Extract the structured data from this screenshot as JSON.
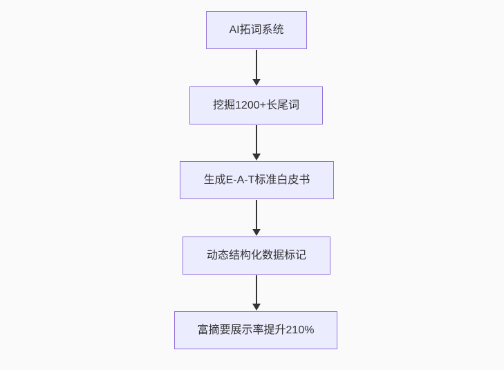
{
  "flowchart": {
    "direction": "top-down",
    "nodes": [
      {
        "label": "AI拓词系统"
      },
      {
        "label": "挖掘1200+长尾词"
      },
      {
        "label": "生成E-A-T标准白皮书"
      },
      {
        "label": "动态结构化数据标记"
      },
      {
        "label": "富摘要展示率提升210%"
      }
    ],
    "edges": [
      {
        "from": 0,
        "to": 1
      },
      {
        "from": 1,
        "to": 2
      },
      {
        "from": 2,
        "to": 3
      },
      {
        "from": 3,
        "to": 4
      }
    ],
    "colors": {
      "background": "#fafafa",
      "node_fill": "#ECECFF",
      "node_border": "#9370DB",
      "text": "#333333",
      "arrow": "#333333"
    }
  }
}
